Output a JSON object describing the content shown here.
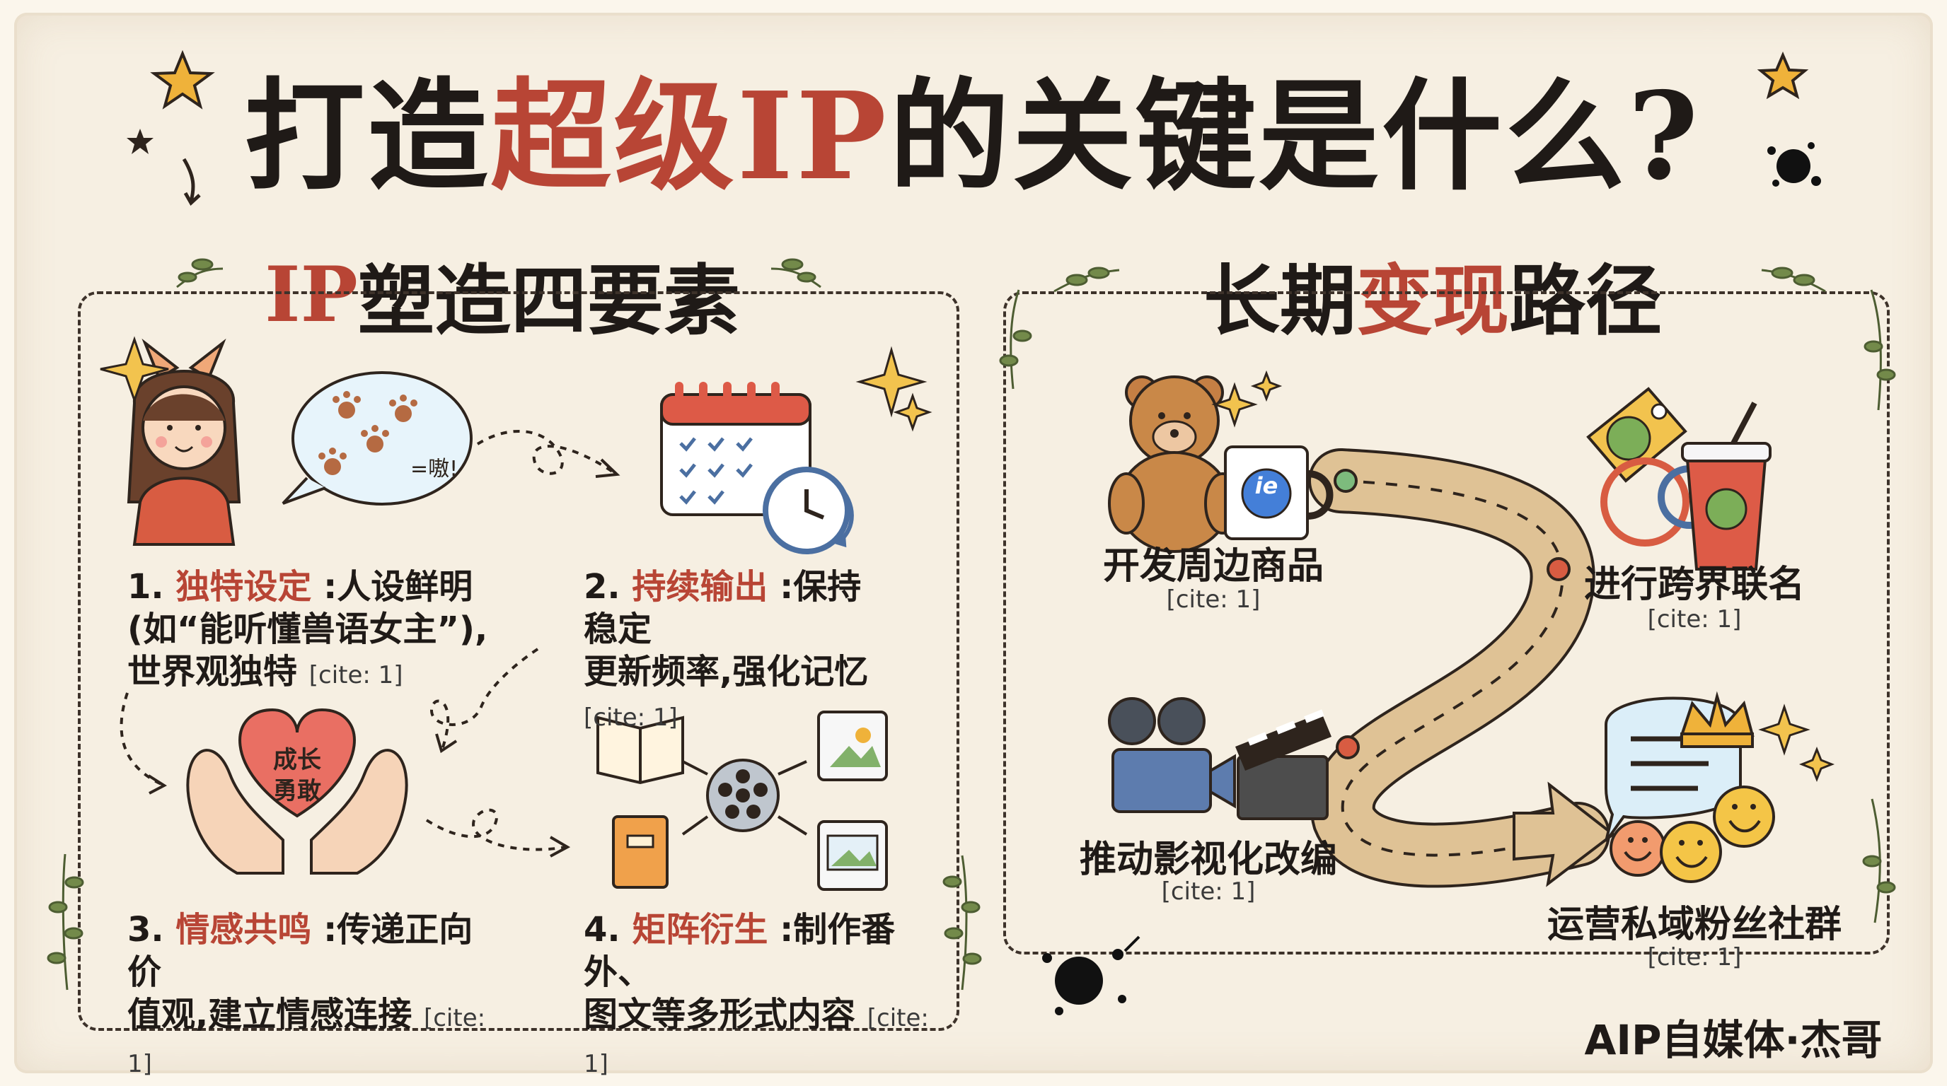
{
  "title": {
    "prefix": "打造",
    "accent": "超级IP",
    "suffix": "的关键是什么?"
  },
  "left_panel": {
    "title_prefix": "IP",
    "title_main": "塑造四要素",
    "items": [
      {
        "num": "1.",
        "highlight": "独特设定",
        "text_1": ":人设鲜明",
        "text_2": "(如“能听懂兽语女主”),",
        "text_3": "世界观独特",
        "cite": "[cite: 1]"
      },
      {
        "num": "2.",
        "highlight": "持续输出",
        "text_1": ":保持稳定",
        "text_2": "更新频率,强化记忆",
        "cite": "[cite: 1]"
      },
      {
        "num": "3.",
        "highlight": "情感共鸣",
        "text_1": ":传递正向价",
        "text_2": "值观,建立情感连接",
        "cite": "[cite: 1]"
      },
      {
        "num": "4.",
        "highlight": "矩阵衍生",
        "text_1": ":制作番外、",
        "text_2": "图文等多形式内容",
        "cite": "[cite: 1]"
      }
    ],
    "speech_text": "=嗷!",
    "heart_text_1": "成长",
    "heart_text_2": "勇敢"
  },
  "right_panel": {
    "title_prefix": "长期",
    "title_accent": "变现",
    "title_suffix": "路径",
    "routes": [
      {
        "label": "开发周边商品",
        "cite": "[cite: 1]"
      },
      {
        "label": "进行跨界联名",
        "cite": "[cite: 1]"
      },
      {
        "label": "推动影视化改编",
        "cite": "[cite: 1]"
      },
      {
        "label": "运营私域粉丝社群",
        "cite": "[cite: 1]"
      }
    ],
    "mug_text": "ie"
  },
  "badge": "AIP自媒体·杰哥",
  "colors": {
    "accent": "#b84535",
    "green": "#c7d9a1",
    "blue": "#6f98c8",
    "orange": "#f0a14b"
  },
  "icons": [
    "star-icon",
    "arrow-icon",
    "calendar-icon",
    "clock-icon",
    "heart-icon",
    "hands-icon",
    "book-icon",
    "image-icon",
    "film-reel-icon",
    "teddy-bear-icon",
    "mug-icon",
    "tag-icon",
    "cup-icon",
    "camera-icon",
    "clapperboard-icon",
    "chat-bubble-icon",
    "emoji-icon",
    "crown-icon"
  ]
}
